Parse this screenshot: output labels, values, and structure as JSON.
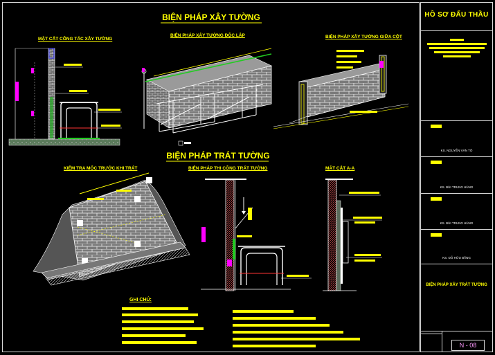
{
  "main_title": "BIỆN PHÁP XÂY TƯỜNG",
  "second_title": "BIỆN PHÁP TRÁT TƯỜNG",
  "views": {
    "section_wall": "MẶT CẮT CÔNG TÁC XÂY TƯỜNG",
    "freestanding": "BIỆN PHÁP XÂY TƯỜNG ĐỘC LẬP",
    "between_columns": "BIỆN PHÁP XÂY TƯỜNG GIỮA CỘT",
    "check_before": "KIỂM TRA MỐC TRƯỚC KHI TRÁT",
    "plaster_method": "BIỆN PHÁP THI CÔNG TRÁT TƯỜNG",
    "section_aa": "MẶT CẮT A-A"
  },
  "notes_heading": "GHI CHÚ:",
  "title_block": {
    "project": "HỒ SƠ ĐẤU THẦU",
    "names": [
      "KS. NGUYỄN VĂN TÔ",
      "KS. BÙI TRUNG HÙNG",
      "KS. BÙI TRUNG HÙNG",
      "KS. ĐỖ HỮU BẰNG"
    ],
    "drawing_name": "BIỆN PHÁP XÂY TRÁT TƯỜNG",
    "sheet_code": "N - 08"
  },
  "colors": {
    "title": "#ffff00",
    "line": "#ffffff",
    "accent": "#ff00ff",
    "green": "#22cc22",
    "brick_face": "#8a8a8a"
  }
}
